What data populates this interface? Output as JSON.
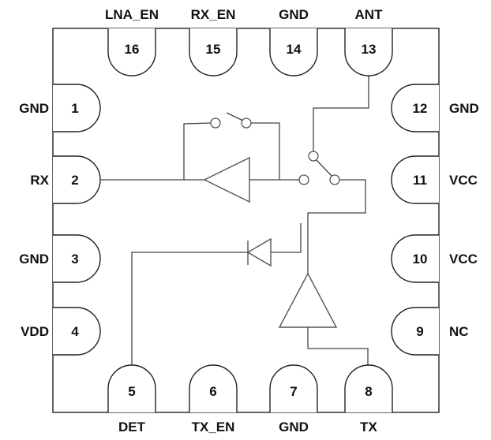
{
  "title": "RF front-end IC pinout block diagram",
  "pins": {
    "top": [
      {
        "number": "16",
        "label": "LNA_EN"
      },
      {
        "number": "15",
        "label": "RX_EN"
      },
      {
        "number": "14",
        "label": "GND"
      },
      {
        "number": "13",
        "label": "ANT"
      }
    ],
    "left": [
      {
        "number": "1",
        "label": "GND"
      },
      {
        "number": "2",
        "label": "RX"
      },
      {
        "number": "3",
        "label": "GND"
      },
      {
        "number": "4",
        "label": "VDD"
      }
    ],
    "right": [
      {
        "number": "12",
        "label": "GND"
      },
      {
        "number": "11",
        "label": "VCC"
      },
      {
        "number": "10",
        "label": "VCC"
      },
      {
        "number": "9",
        "label": "NC"
      }
    ],
    "bottom": [
      {
        "number": "5",
        "label": "DET"
      },
      {
        "number": "6",
        "label": "TX_EN"
      },
      {
        "number": "7",
        "label": "GND"
      },
      {
        "number": "8",
        "label": "TX"
      }
    ]
  },
  "components": [
    {
      "id": "lna",
      "type": "amplifier",
      "direction": "left",
      "connects": [
        "RX",
        "antenna-switch"
      ]
    },
    {
      "id": "lna-bypass-switch",
      "type": "spst-switch",
      "state": "open"
    },
    {
      "id": "antenna-switch",
      "type": "spdt-switch",
      "common": "ANT",
      "position": "tx-path"
    },
    {
      "id": "power-detector",
      "type": "diode",
      "connects": [
        "DET",
        "pa-output"
      ]
    },
    {
      "id": "pa",
      "type": "amplifier",
      "direction": "up",
      "connects": [
        "TX",
        "antenna-switch"
      ]
    }
  ]
}
